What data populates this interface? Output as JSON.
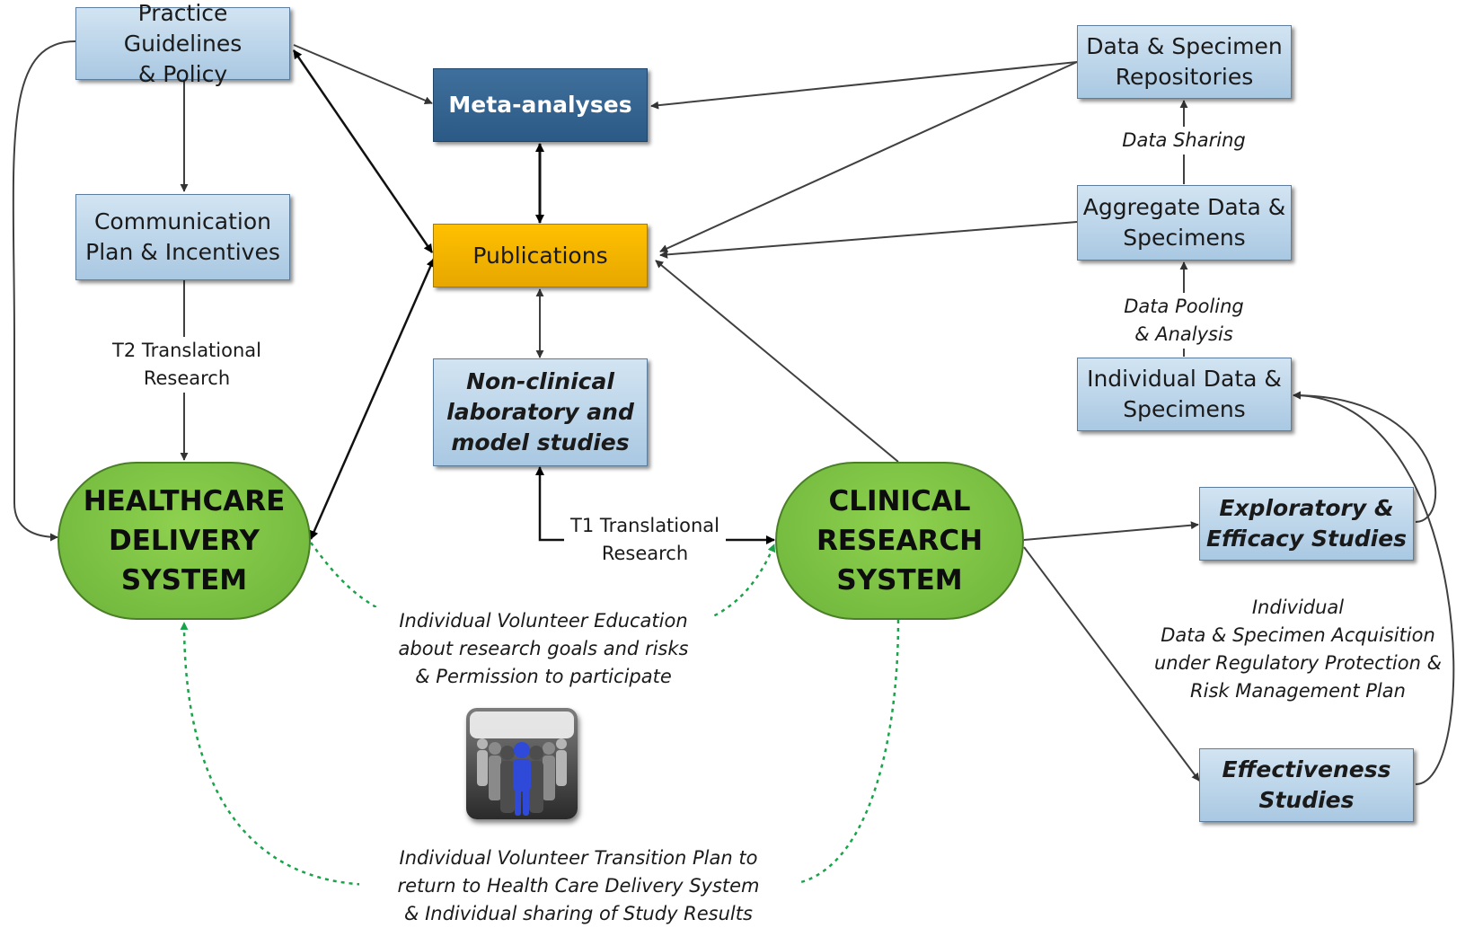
{
  "nodes": {
    "practice_guidelines": "Practice Guidelines\n& Policy",
    "communication_plan": "Communication\nPlan & Incentives",
    "meta_analyses": "Meta-analyses",
    "publications": "Publications",
    "nonclinical": "Non-clinical\nlaboratory and\nmodel studies",
    "data_repositories": "Data & Specimen\nRepositories",
    "aggregate_data": "Aggregate Data &\nSpecimens",
    "individual_data": "Individual Data &\nSpecimens",
    "exploratory_studies": "Exploratory &\nEfficacy Studies",
    "effectiveness_studies": "Effectiveness\nStudies",
    "healthcare_system": "HEALTHCARE\nDELIVERY\nSYSTEM",
    "clinical_system": "CLINICAL\nRESEARCH\nSYSTEM"
  },
  "labels": {
    "t2": "T2 Translational\nResearch",
    "t1": "T1 Translational\nResearch",
    "data_sharing": "Data Sharing",
    "data_pooling": "Data Pooling\n& Analysis",
    "acquisition": "Individual\nData & Specimen Acquisition\nunder Regulatory Protection &\nRisk Management Plan",
    "education": "Individual Volunteer Education\nabout research goals and risks\n& Permission to participate",
    "transition": "Individual Volunteer Transition Plan to\nreturn to Health Care Delivery System\n& Individual sharing of Study Results"
  },
  "colors": {
    "light_box": "#b8d3ea",
    "dark_box": "#2f5f8c",
    "publications": "#ffc000",
    "system_pill": "#7cc444",
    "arrow": "#404040",
    "dotted_arrow": "#1aa34a"
  },
  "icons": {
    "crowd": "crowd-volunteer-icon"
  }
}
